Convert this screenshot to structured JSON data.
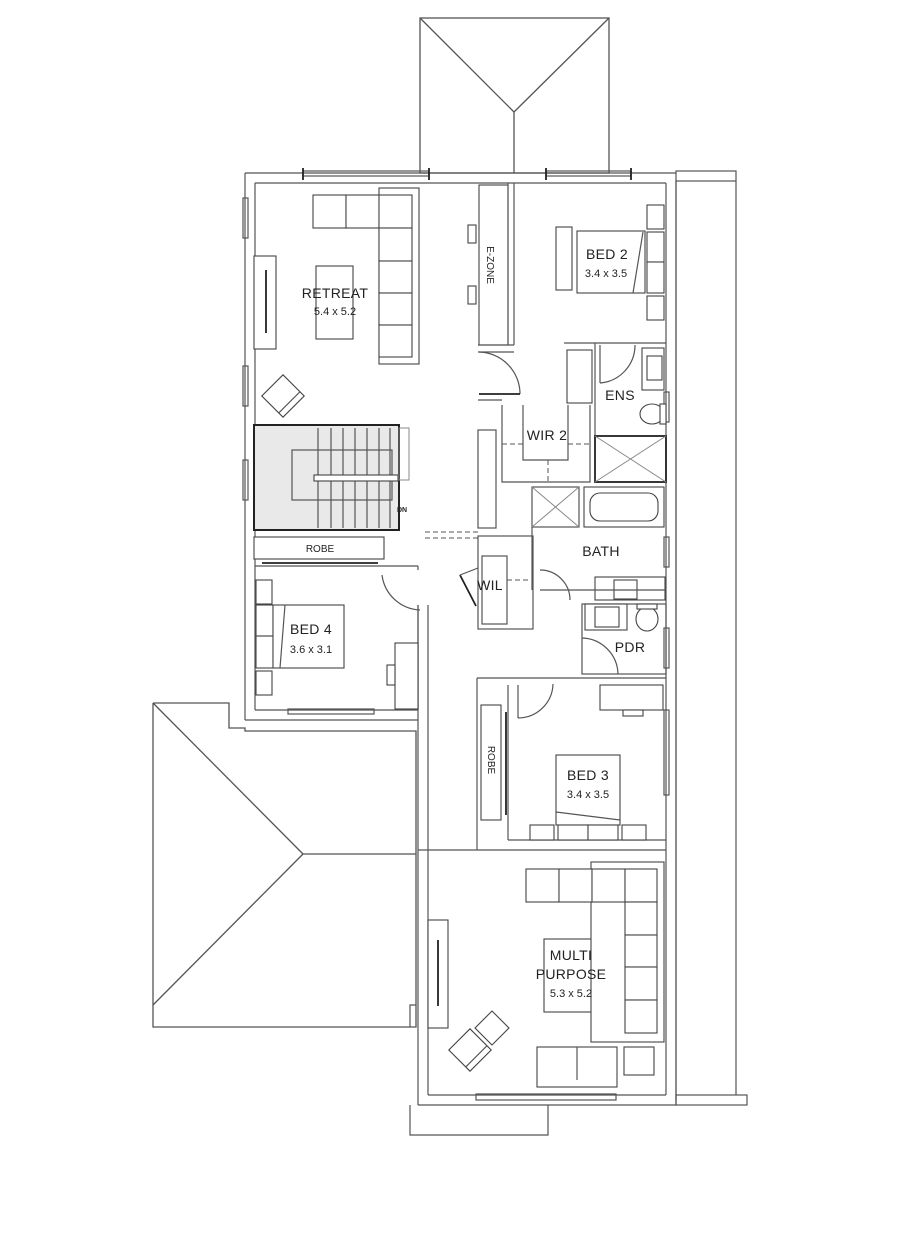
{
  "plan": {
    "type": "upper-floor-plan",
    "rooms": [
      {
        "id": "retreat",
        "name": "RETREAT",
        "dims": "5.4 x 5.2"
      },
      {
        "id": "bed2",
        "name": "BED 2",
        "dims": "3.4 x 3.5"
      },
      {
        "id": "ens",
        "name": "ENS"
      },
      {
        "id": "wir2",
        "name": "WIR 2"
      },
      {
        "id": "bath",
        "name": "BATH"
      },
      {
        "id": "wil",
        "name": "WIL"
      },
      {
        "id": "pdr",
        "name": "PDR"
      },
      {
        "id": "bed4",
        "name": "BED 4",
        "dims": "3.6 x 3.1"
      },
      {
        "id": "bed3",
        "name": "BED 3",
        "dims": "3.4 x 3.5"
      },
      {
        "id": "multi",
        "name_line1": "MULTI",
        "name_line2": "PURPOSE",
        "dims": "5.3 x 5.2"
      }
    ],
    "labels": {
      "ezone": "E-ZONE",
      "robe_bed4": "ROBE",
      "robe_bed3": "ROBE",
      "stair_dir": "DN"
    },
    "colors": {
      "line": "#555555",
      "stair_fill": "#e9e9e9",
      "background": "#ffffff"
    }
  }
}
